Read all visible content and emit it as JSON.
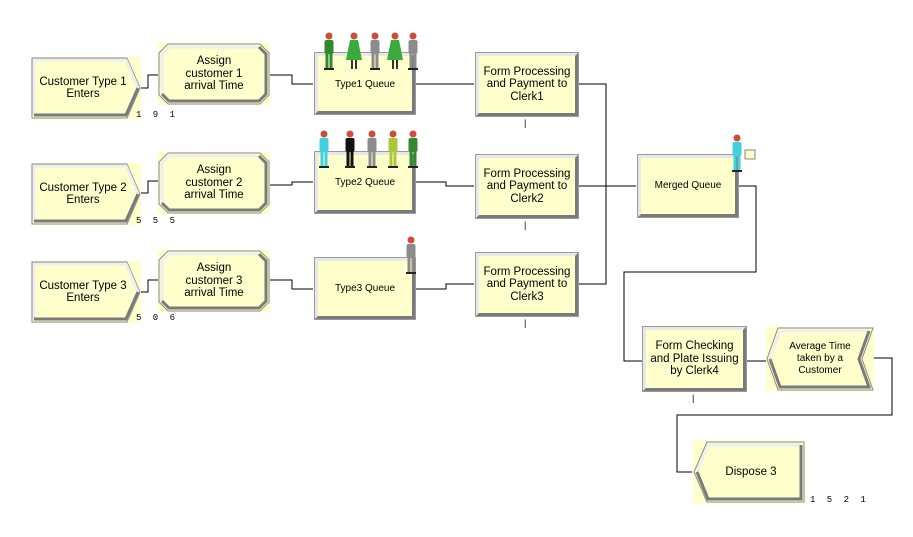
{
  "modules": {
    "create1": "Customer Type 1 Enters",
    "create2": "Customer Type 2 Enters",
    "create3": "Customer Type 3 Enters",
    "assign1": "Assign customer 1 arrival Time",
    "assign2": "Assign customer 2 arrival Time",
    "assign3": "Assign customer 3 arrival Time",
    "queue1": "Type1 Queue",
    "queue2": "Type2 Queue",
    "queue3": "Type3 Queue",
    "process1": "Form Processing and Payment to Clerk1",
    "process2": "Form Processing and Payment to Clerk2",
    "process3": "Form Processing and Payment to Clerk3",
    "merged": "Merged Queue",
    "process4": "Form Checking and Plate Issuing by Clerk4",
    "record": "Average Time taken by a Customer",
    "dispose": "Dispose 3"
  },
  "counters": {
    "create1": "1 9 1",
    "create2": "5 5 5",
    "create3": "5 0 6",
    "dispose": "1 5 2 1"
  },
  "busy_marks": {
    "process1": "|",
    "process2": "|",
    "process3": "|",
    "process4": "|"
  },
  "colors": {
    "module_fill": "#ffffcc",
    "connector": "#000000",
    "bevel_light": "#e8e8e8",
    "bevel_dark": "#7a7a7a"
  },
  "entity_icons": [
    "person-green",
    "person-green-dress",
    "person-gray",
    "person-cyan",
    "person-black",
    "person-yellow"
  ]
}
